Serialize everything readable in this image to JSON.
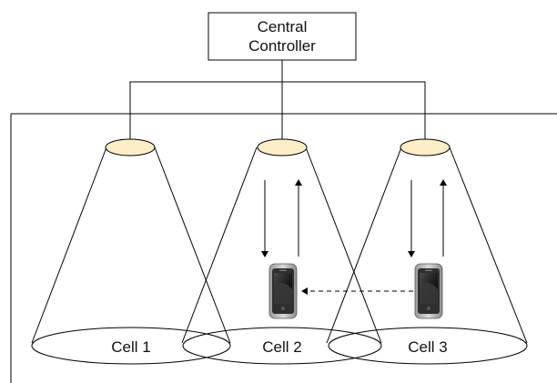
{
  "controller": {
    "line1": "Central",
    "line2": "Controller"
  },
  "cells": [
    {
      "label": "Cell 1"
    },
    {
      "label": "Cell 2"
    },
    {
      "label": "Cell 3"
    }
  ],
  "icons": {
    "light_source": "ceiling-light-icon",
    "device": "smartphone-icon"
  },
  "colors": {
    "lamp_fill": "#fdeec8",
    "stroke": "#000000",
    "phone_body": "#2f2f2f",
    "phone_screen": "#1a1a1a"
  }
}
